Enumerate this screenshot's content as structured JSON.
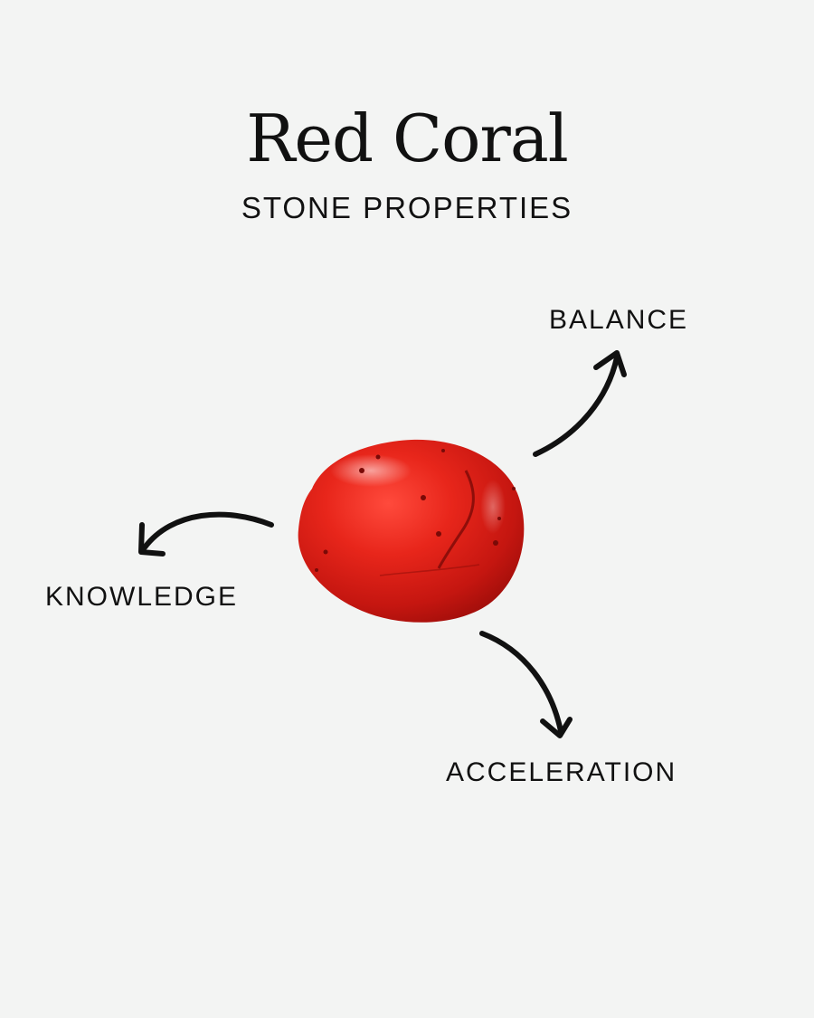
{
  "header": {
    "title": "Red Coral",
    "subtitle": "STONE PROPERTIES"
  },
  "properties": [
    {
      "label": "BALANCE"
    },
    {
      "label": "KNOWLEDGE"
    },
    {
      "label": "ACCELERATION"
    }
  ],
  "colors": {
    "background": "#f3f4f3",
    "stone": "#e0231a",
    "text": "#111111"
  },
  "icons": [
    "arrow-icon"
  ]
}
